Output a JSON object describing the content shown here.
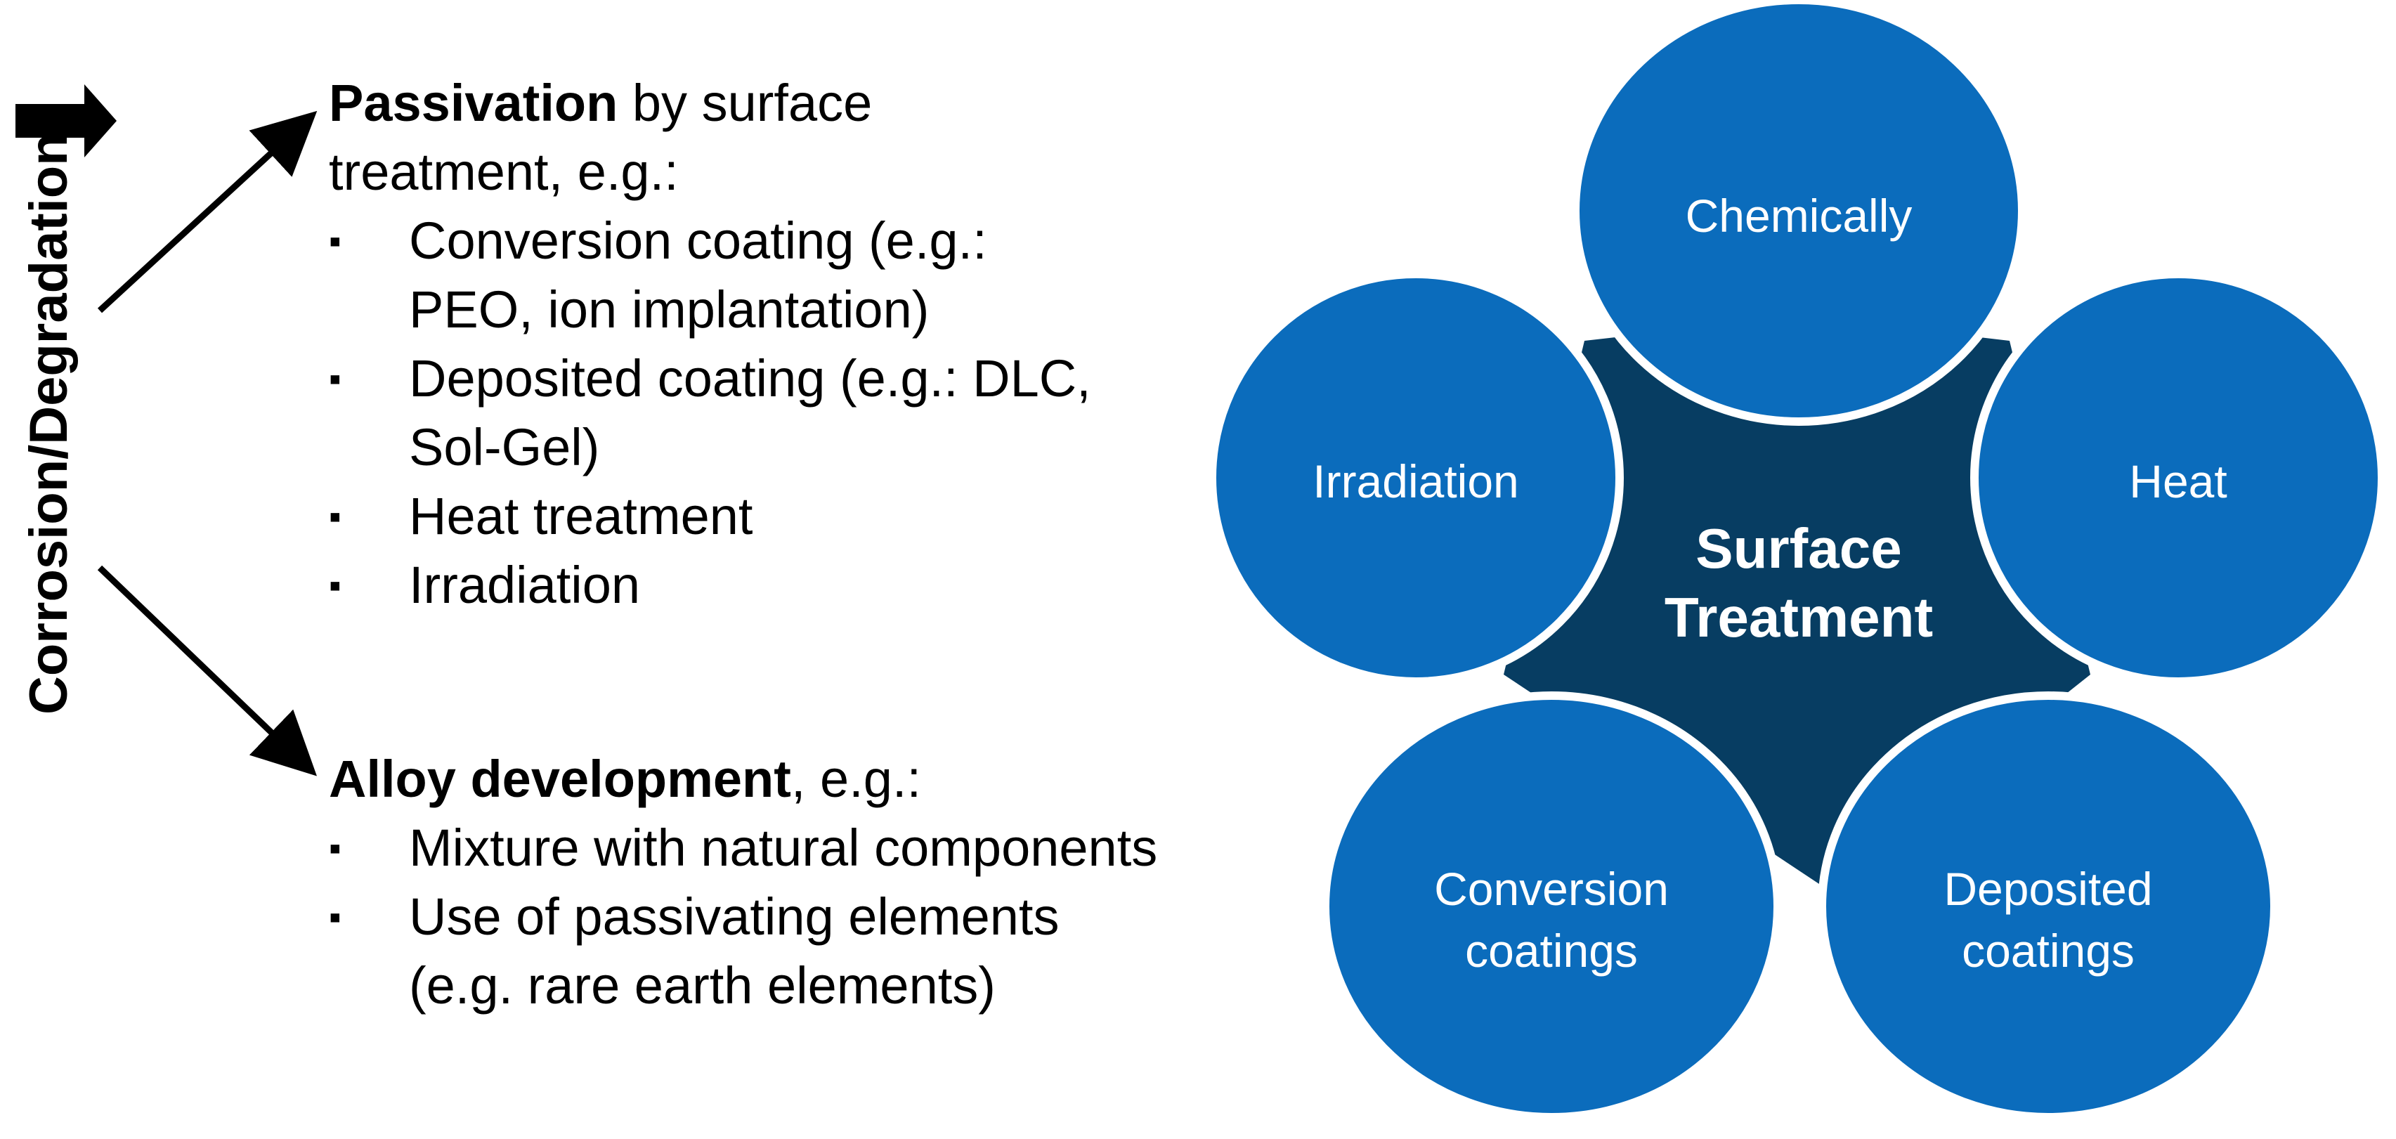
{
  "colors": {
    "circle_fill": "#0B6CBC",
    "circle_stroke": "#ffffff",
    "hub_fill": "#073D62",
    "text_on_shape": "#ffffff",
    "arrow": "#000000"
  },
  "side_label": "Corrosion/Degradation",
  "passivation": {
    "heading_bold": "Passivation",
    "heading_rest": " by surface",
    "heading_line2": "treatment, e.g.:",
    "bullets": [
      {
        "line1": "Conversion coating (e.g.:",
        "line2": "PEO, ion implantation)"
      },
      {
        "line1": "Deposited coating (e.g.: DLC,",
        "line2": "Sol-Gel)"
      },
      {
        "line1": "Heat treatment",
        "line2": ""
      },
      {
        "line1": "Irradiation",
        "line2": ""
      }
    ]
  },
  "alloy": {
    "heading_bold": "Alloy development",
    "heading_rest": ", e.g.:",
    "bullets": [
      {
        "line1": "Mixture with natural components",
        "line2": ""
      },
      {
        "line1": "Use of passivating elements",
        "line2": "(e.g. rare earth elements)"
      }
    ]
  },
  "bullet_glyph": "▪",
  "surface_treatment": {
    "center_line1": "Surface",
    "center_line2": "Treatment",
    "nodes": {
      "top": "Chemically",
      "right": "Heat",
      "left": "Irradiation",
      "bottom_left_line1": "Conversion",
      "bottom_left_line2": "coatings",
      "bottom_right_line1": "Deposited",
      "bottom_right_line2": "coatings"
    }
  }
}
